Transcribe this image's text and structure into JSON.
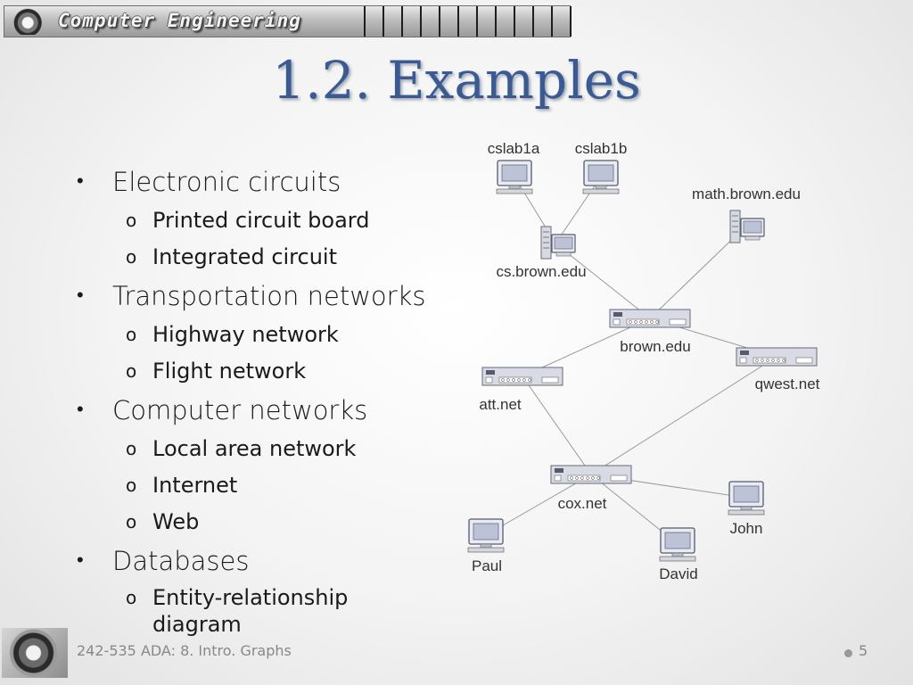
{
  "banner": {
    "title": "Computer Engineering"
  },
  "slide": {
    "title": "1.2. Examples"
  },
  "bullets": [
    {
      "label": "Electronic circuits",
      "subs": [
        "Printed circuit board",
        "Integrated circuit"
      ]
    },
    {
      "label": "Transportation networks",
      "subs": [
        "Highway network",
        "Flight network"
      ]
    },
    {
      "label": "Computer networks",
      "subs": [
        "Local area network",
        "Internet",
        "Web"
      ]
    },
    {
      "label": "Databases",
      "subs": [
        "Entity-relationship diagram"
      ]
    }
  ],
  "bullet_markers": {
    "level1": "•",
    "level2": "o"
  },
  "diagram": {
    "nodes": [
      {
        "id": "cslab1a",
        "label": "cslab1a",
        "kind": "computer"
      },
      {
        "id": "cslab1b",
        "label": "cslab1b",
        "kind": "computer"
      },
      {
        "id": "math",
        "label": "math.brown.edu",
        "kind": "server"
      },
      {
        "id": "cs",
        "label": "cs.brown.edu",
        "kind": "server"
      },
      {
        "id": "brown",
        "label": "brown.edu",
        "kind": "router"
      },
      {
        "id": "qwest",
        "label": "qwest.net",
        "kind": "router"
      },
      {
        "id": "att",
        "label": "att.net",
        "kind": "router"
      },
      {
        "id": "cox",
        "label": "cox.net",
        "kind": "router"
      },
      {
        "id": "john",
        "label": "John",
        "kind": "computer"
      },
      {
        "id": "paul",
        "label": "Paul",
        "kind": "computer"
      },
      {
        "id": "david",
        "label": "David",
        "kind": "computer"
      }
    ],
    "edges": [
      [
        "cslab1a",
        "cs"
      ],
      [
        "cslab1b",
        "cs"
      ],
      [
        "cs",
        "brown"
      ],
      [
        "math",
        "brown"
      ],
      [
        "brown",
        "att"
      ],
      [
        "brown",
        "qwest"
      ],
      [
        "att",
        "cox"
      ],
      [
        "qwest",
        "cox"
      ],
      [
        "cox",
        "paul"
      ],
      [
        "cox",
        "david"
      ],
      [
        "cox",
        "john"
      ]
    ]
  },
  "footer": {
    "text": "242-535 ADA:  8. Intro. Graphs",
    "page": "5"
  }
}
